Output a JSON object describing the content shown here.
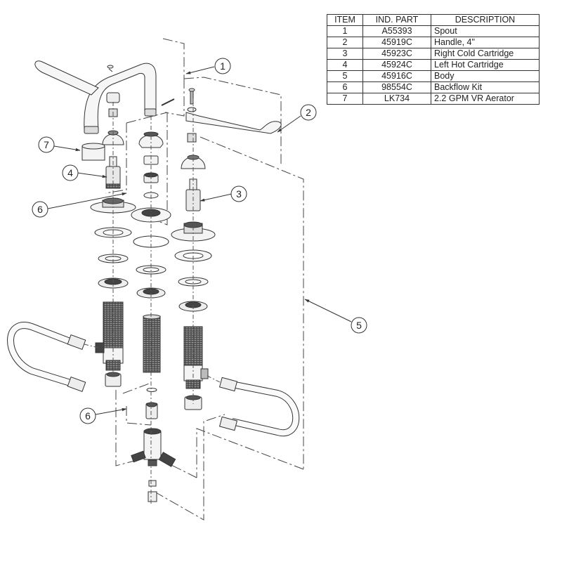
{
  "table": {
    "headers": [
      "ITEM",
      "IND. PART",
      "DESCRIPTION"
    ],
    "rows": [
      {
        "item": "1",
        "part": "A55393",
        "description": "Spout"
      },
      {
        "item": "2",
        "part": "45919C",
        "description": "Handle, 4\""
      },
      {
        "item": "3",
        "part": "45923C",
        "description": "Right Cold Cartridge"
      },
      {
        "item": "4",
        "part": "45924C",
        "description": "Left Hot Cartridge"
      },
      {
        "item": "5",
        "part": "45916C",
        "description": "Body"
      },
      {
        "item": "6",
        "part": "98554C",
        "description": "Backflow Kit"
      },
      {
        "item": "7",
        "part": "LK734",
        "description": "2.2 GPM VR Aerator"
      }
    ]
  },
  "callouts": [
    {
      "label": "1"
    },
    {
      "label": "2"
    },
    {
      "label": "3"
    },
    {
      "label": "4"
    },
    {
      "label": "5"
    },
    {
      "label": "6"
    },
    {
      "label": "6"
    },
    {
      "label": "7"
    }
  ],
  "colors": {
    "line": "#333333",
    "part_fill": "#f4f4f4",
    "thread_fill": "#8a8a8a",
    "dark_fill": "#555555"
  }
}
